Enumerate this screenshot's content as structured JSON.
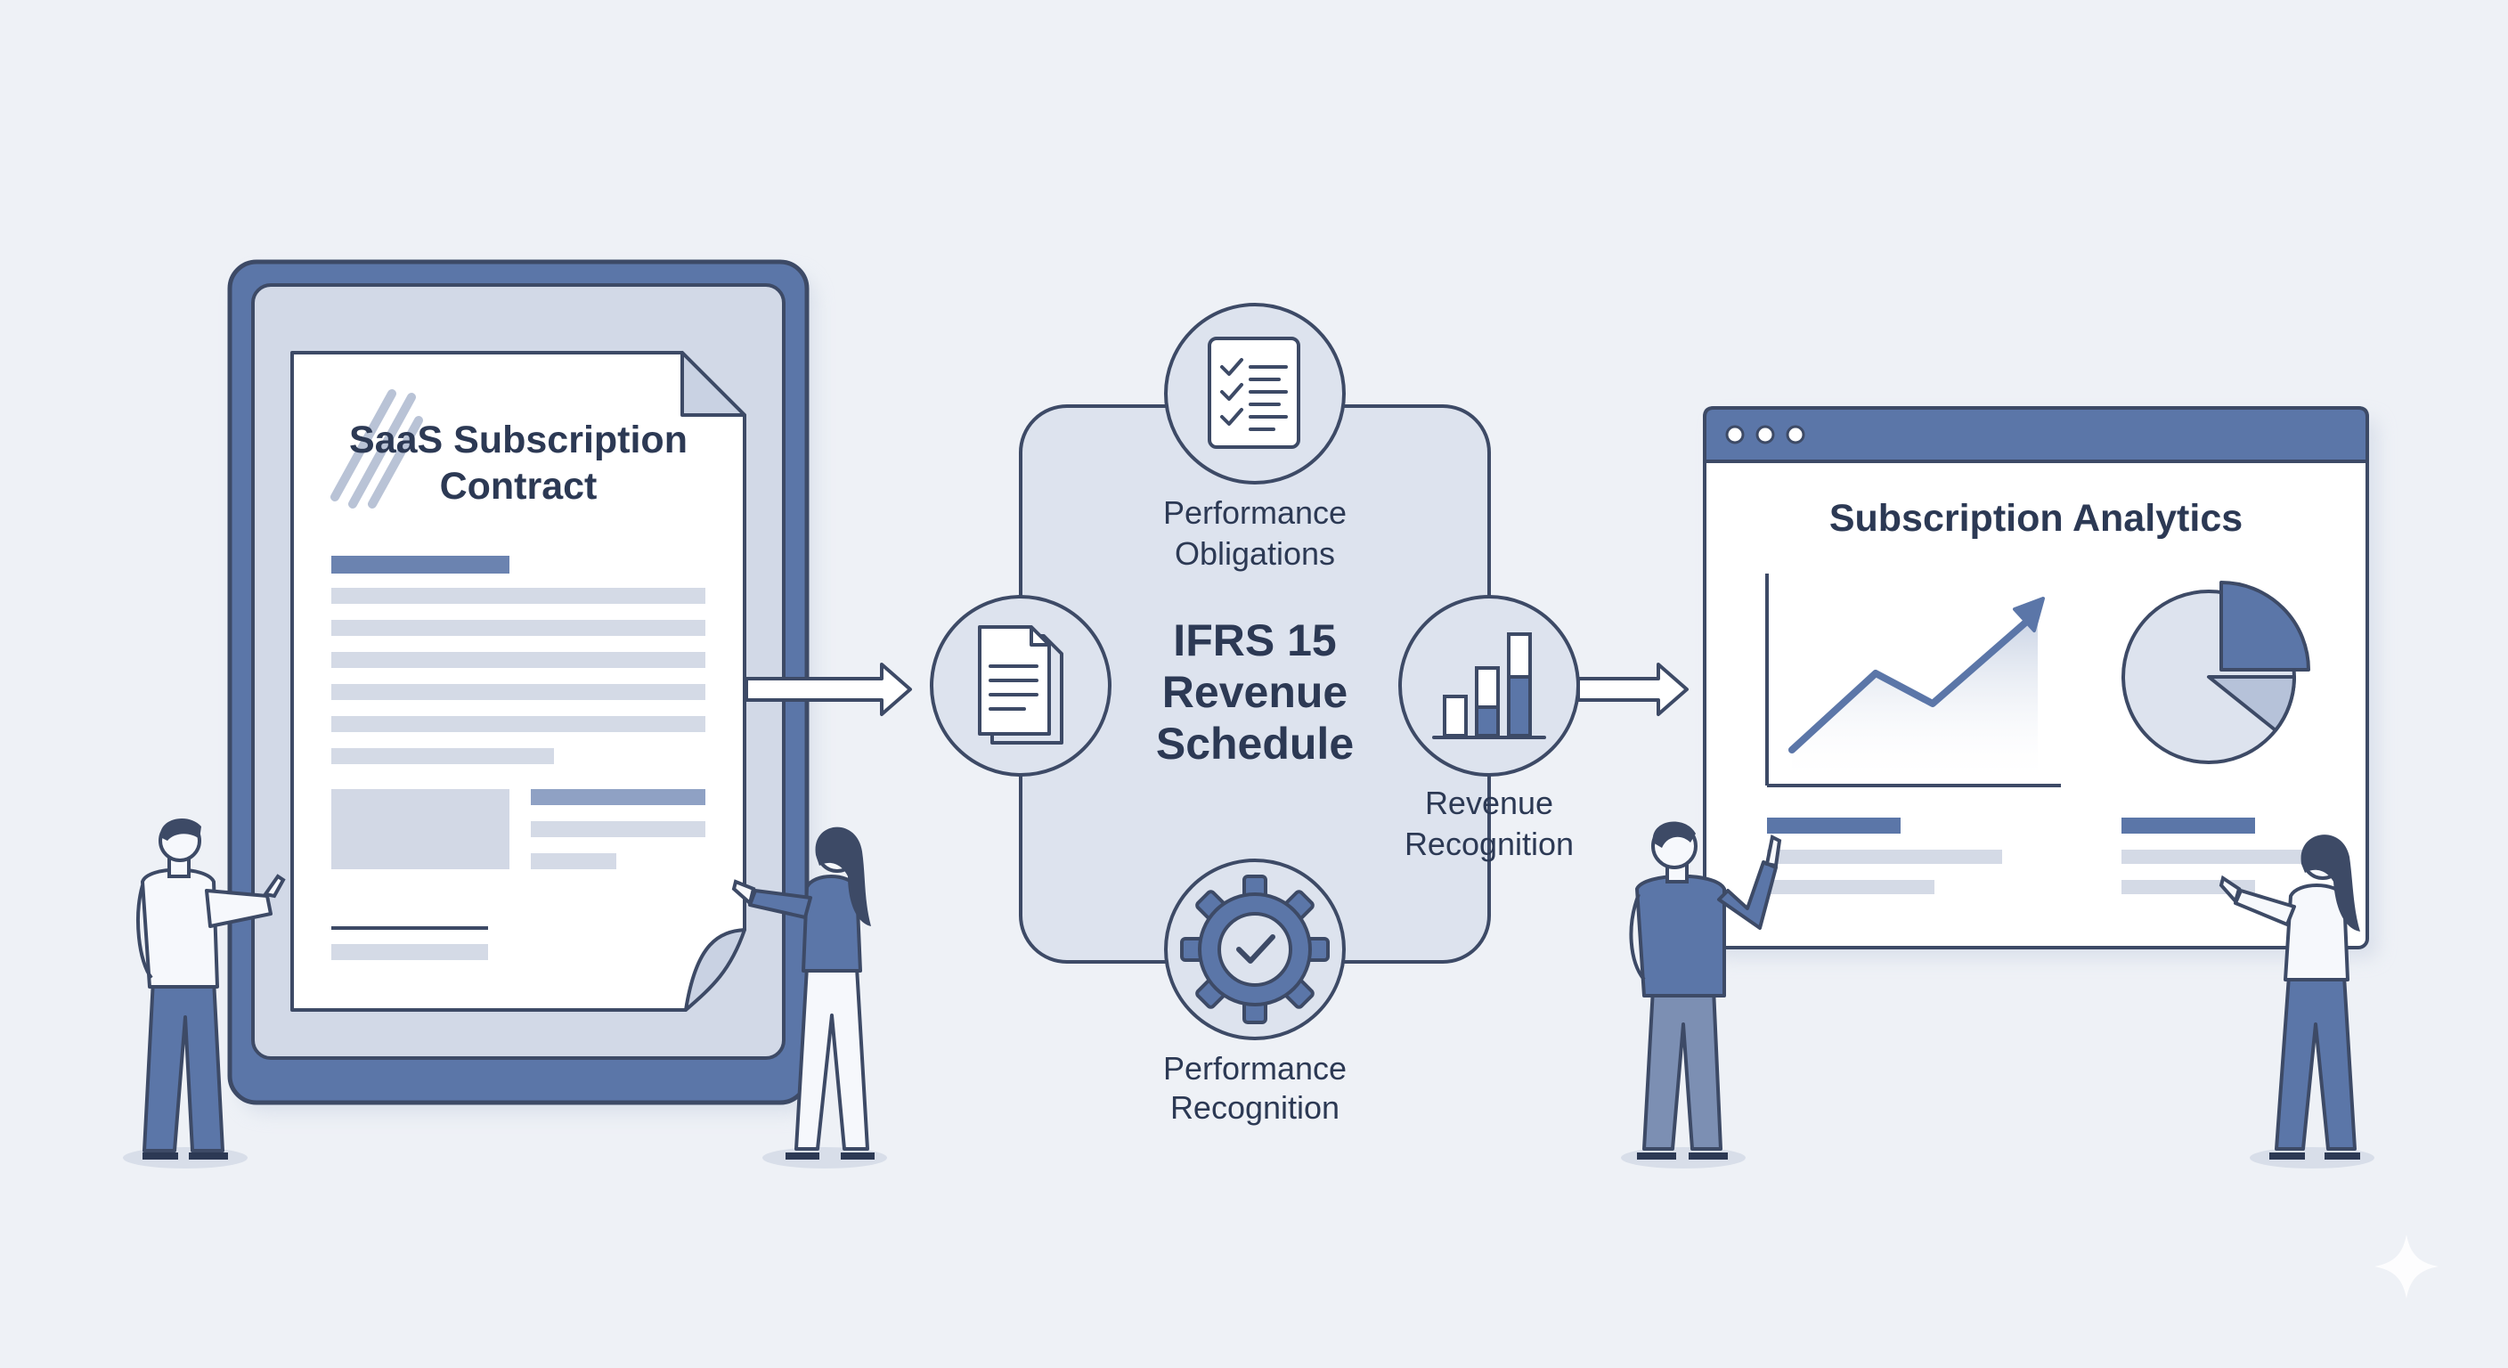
{
  "contract": {
    "title_line1": "SaaS Subscription",
    "title_line2": "Contract"
  },
  "center": {
    "line1": "IFRS 15",
    "line2": "Revenue",
    "line3": "Schedule"
  },
  "nodes": {
    "top": {
      "line1": "Performance",
      "line2": "Obligations",
      "icon": "checklist-icon"
    },
    "left": {
      "icon": "documents-icon"
    },
    "right": {
      "line1": "Revenue",
      "line2": "Recognition",
      "icon": "bar-chart-icon"
    },
    "bottom": {
      "line1": "Performance",
      "line2": "Recognition",
      "icon": "gear-check-icon"
    }
  },
  "analytics": {
    "title": "Subscription Analytics"
  },
  "colors": {
    "background": "#eef1f6",
    "primary": "#5b76a8",
    "outline": "#3d4a66",
    "text": "#2c3954",
    "panel": "#dde3ee",
    "light_bar": "#d4dae6"
  }
}
